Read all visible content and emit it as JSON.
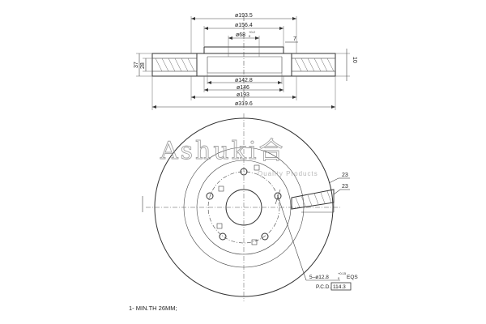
{
  "dimensions": {
    "d1": "ø193.5",
    "d2": "ø156.4",
    "d3": "ø68",
    "d3_tol_top": "+0.2",
    "d3_tol_bottom": "0",
    "right_small": "7",
    "right_thk": "10",
    "left_a": "37",
    "left_b": "28",
    "b1": "ø142.8",
    "b2": "ø146",
    "b3": "ø193",
    "b4": "ø319.6",
    "vent1": "23",
    "vent2": "23"
  },
  "watermark": {
    "brand": "Ashuki合",
    "tagline": "Quality Products"
  },
  "annotations": {
    "holes_prefix": "5–ø12.8",
    "holes_tol_top": "+0.15",
    "holes_tol_bottom": "0",
    "holes_suffix": "EQS",
    "pcd_label": "P.C.D.",
    "pcd_value": "114.3"
  },
  "note": "1- MIN.TH 26MM;"
}
